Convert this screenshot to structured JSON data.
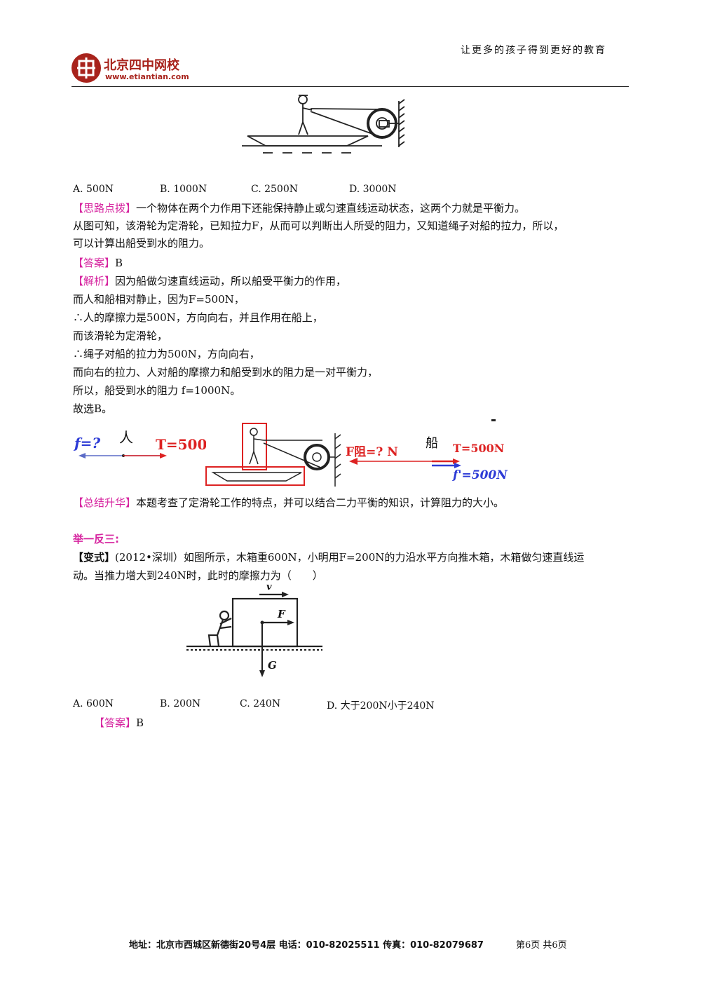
{
  "header": {
    "logo_name": "北京四中网校",
    "logo_url": "www.etiantian.com",
    "slogan": "让更多的孩子得到更好的教育"
  },
  "q1": {
    "options": [
      "A. 500N",
      "B. 1000N",
      "C. 2500N",
      "D. 3000N"
    ],
    "hint_tag": "【思路点拨】",
    "hint_lines": [
      "一个物体在两个力作用下还能保持静止或匀速直线运动状态，这两个力就是平衡力。",
      "从图可知，该滑轮为定滑轮，已知拉力F，从而可以判断出人所受的阻力，又知道绳子对船的拉力，所以，",
      "可以计算出船受到水的阻力。"
    ],
    "answer_tag": "【答案】",
    "answer": "B",
    "analysis_tag": "【解析】",
    "analysis_lines": [
      "因为船做匀速直线运动，所以船受平衡力的作用，",
      "而人和船相对静止，因为F=500N，",
      "∴人的摩擦力是500N，方向向右，并且作用在船上，",
      "而该滑轮为定滑轮，",
      "∴绳子对船的拉力为500N，方向向右，",
      "而向右的拉力、人对船的摩擦力和船受到水的阻力是一对平衡力，",
      "所以，船受到水的阻力 f=1000N。",
      "故选B。"
    ],
    "fig2": {
      "f_label": "f=?",
      "person_label": "人",
      "t_label": "T=500N",
      "f_res_label": "F阻=? N",
      "boat_label": "船",
      "t2_label": "T=500N",
      "f_prime_label": "f'=500N"
    },
    "summary_tag": "【总结升华】",
    "summary": "本题考查了定滑轮工作的特点，并可以结合二力平衡的知识，计算阻力的大小。"
  },
  "q2": {
    "section": "举一反三:",
    "var_tag": "【变式】",
    "lines": [
      "(2012•深圳）如图所示，木箱重600N，小明用F=200N的力沿水平方向推木箱，木箱做匀速直线运",
      "动。当推力增大到240N时，此时的摩擦力为（　　）"
    ],
    "fig_labels": {
      "v": "v",
      "F": "F",
      "G": "G"
    },
    "options": [
      "A. 600N",
      "B. 200N",
      "C. 240N",
      "D. 大于200N小于240N"
    ],
    "answer_tag": "【答案】",
    "answer": "B"
  },
  "footer": {
    "address": "地址：北京市西城区新德街20号4层  电话：010-82025511  传真：010-82079687",
    "page": "第6页  共6页"
  }
}
